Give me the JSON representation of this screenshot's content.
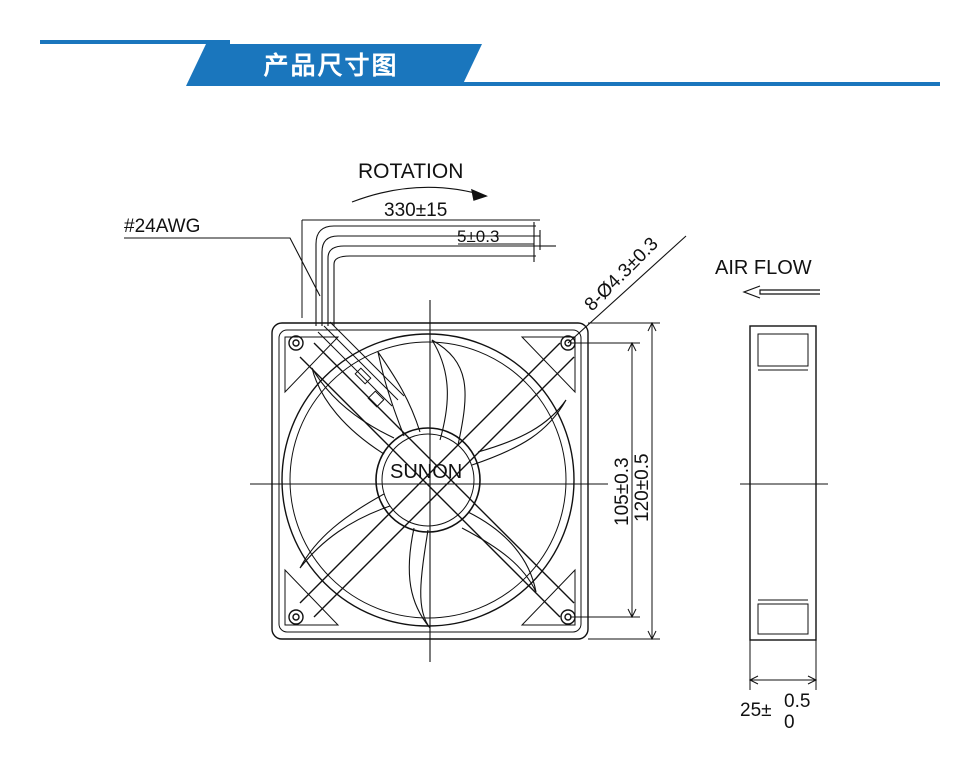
{
  "header": {
    "title": "产品尺寸图",
    "accent_color": "#1a76bd"
  },
  "drawing": {
    "rotation_label": "ROTATION",
    "lead_length": "330±15",
    "strip_length": "5±0.3",
    "wire_gauge": "#24AWG",
    "mount_holes": "8-Ø4.3±0.3",
    "air_flow_label": "AIR FLOW",
    "brand": "SUNON",
    "hole_spacing": "105±0.3",
    "frame_size": "120±0.5",
    "depth_base": "25±",
    "depth_plus": "0.5",
    "depth_minus": "0"
  }
}
